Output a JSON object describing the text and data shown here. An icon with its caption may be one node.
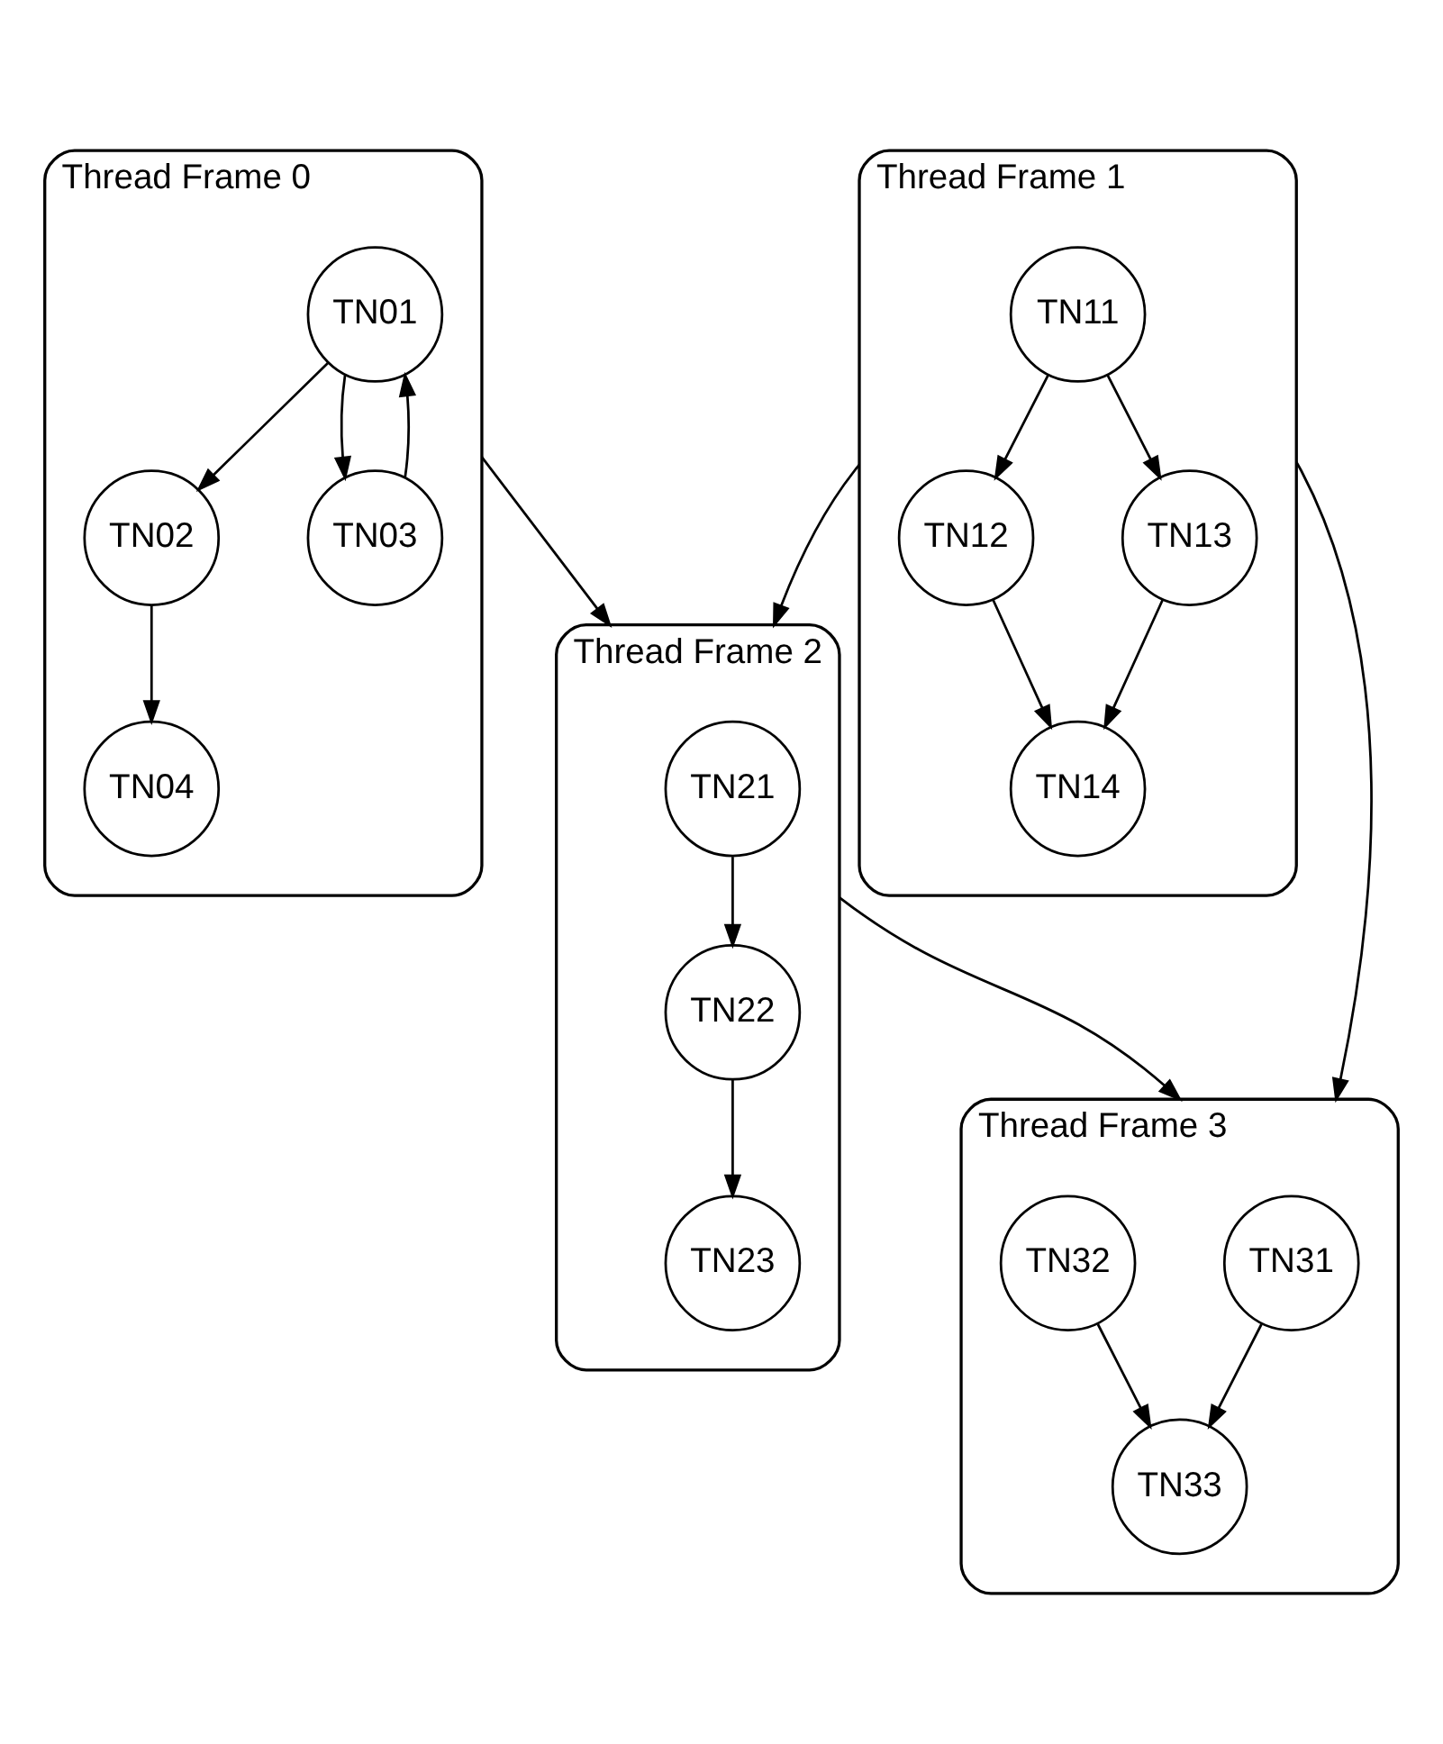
{
  "diagram": {
    "nodes": [
      {
        "text": [
          "Thread Frame 0"
        ]
      },
      {
        "text": [
          "TN01"
        ],
        "in": 0
      },
      {
        "text": [
          "TN02"
        ],
        "in": 0
      },
      {
        "text": [
          "TN03"
        ],
        "in": 0
      },
      {
        "text": [
          "TN04"
        ],
        "in": 0
      },
      {
        "text": [
          "Thread Frame 1"
        ]
      },
      {
        "text": [
          "TN11"
        ],
        "in": 5
      },
      {
        "text": [
          "TN12"
        ],
        "in": 5
      },
      {
        "text": [
          "TN13"
        ],
        "in": 5
      },
      {
        "text": [
          "TN14"
        ],
        "in": 5
      },
      {
        "text": [
          "Thread Frame 2"
        ]
      },
      {
        "text": [
          "TN21"
        ],
        "in": 10
      },
      {
        "text": [
          "TN22"
        ],
        "in": 10
      },
      {
        "text": [
          "TN23"
        ],
        "in": 10
      },
      {
        "text": [
          "Thread Frame 3"
        ]
      },
      {
        "text": [
          "TN31"
        ],
        "in": 14
      },
      {
        "text": [
          "TN32"
        ],
        "in": 14
      },
      {
        "text": [
          "TN33"
        ],
        "in": 14
      }
    ],
    "edges": [
      {
        "from": 1,
        "to": 2,
        "arrow": "to"
      },
      {
        "from": 1,
        "to": 3,
        "arrow": "to"
      },
      {
        "from": 3,
        "to": 1,
        "arrow": "to"
      },
      {
        "from": 2,
        "to": 4,
        "arrow": "to"
      },
      {
        "from": 6,
        "to": 7,
        "arrow": "to"
      },
      {
        "from": 6,
        "to": 8,
        "arrow": "to"
      },
      {
        "from": 7,
        "to": 9,
        "arrow": "to"
      },
      {
        "from": 8,
        "to": 9,
        "arrow": "to"
      },
      {
        "from": 0,
        "to": 10,
        "arrow": "to"
      },
      {
        "from": 5,
        "to": 10,
        "arrow": "to"
      },
      {
        "from": 5,
        "to": 14,
        "arrow": "to"
      },
      {
        "from": 10,
        "to": 14,
        "arrow": "to"
      },
      {
        "from": 11,
        "to": 12,
        "arrow": "to"
      },
      {
        "from": 12,
        "to": 13,
        "arrow": "to"
      },
      {
        "from": 15,
        "to": 17,
        "arrow": "to"
      },
      {
        "from": 16,
        "to": 17,
        "arrow": "to"
      }
    ]
  }
}
